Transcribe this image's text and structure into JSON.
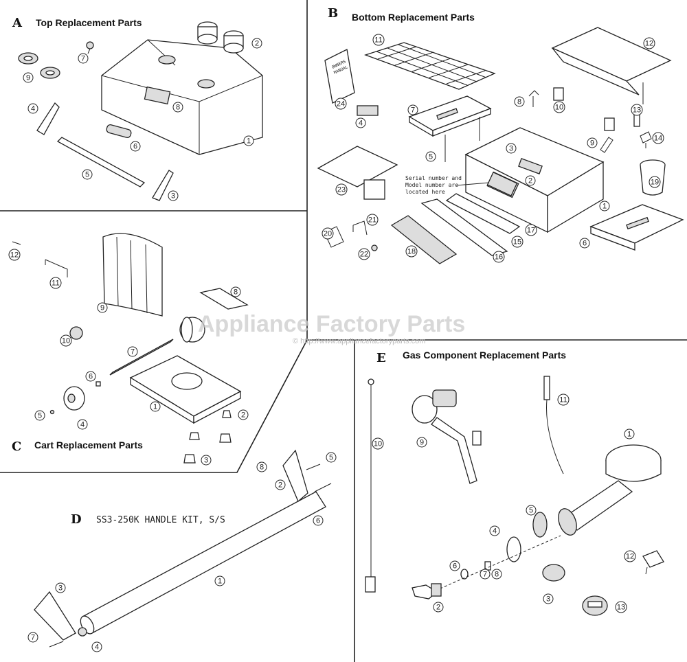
{
  "sections": {
    "a": {
      "letter": "A",
      "title": "Top Replacement Parts",
      "callouts": [
        "1",
        "2",
        "3",
        "4",
        "5",
        "6",
        "7",
        "8",
        "9"
      ]
    },
    "b": {
      "letter": "B",
      "title": "Bottom Replacement Parts",
      "note": [
        "Serial number and",
        "Model number are",
        "located here"
      ],
      "manual_text": [
        "OWNERS",
        "MANUAL"
      ],
      "callouts": [
        "1",
        "2",
        "3",
        "4",
        "5",
        "6",
        "7",
        "8",
        "9",
        "10",
        "11",
        "12",
        "13",
        "14",
        "15",
        "16",
        "17",
        "18",
        "19",
        "20",
        "21",
        "22",
        "23",
        "24"
      ]
    },
    "c": {
      "letter": "C",
      "title": "Cart Replacement Parts",
      "callouts": [
        "1",
        "2",
        "3",
        "4",
        "5",
        "6",
        "7",
        "8",
        "9",
        "10",
        "11",
        "12"
      ]
    },
    "d": {
      "letter": "D",
      "title": "SS3-250K HANDLE KIT, S/S",
      "callouts": [
        "1",
        "2",
        "3",
        "4",
        "5",
        "6",
        "7",
        "8"
      ]
    },
    "e": {
      "letter": "E",
      "title": "Gas Component Replacement Parts",
      "callouts": [
        "1",
        "2",
        "3",
        "4",
        "5",
        "6",
        "7",
        "8",
        "9",
        "10",
        "11",
        "12",
        "13"
      ]
    }
  },
  "watermark": {
    "main": "Appliance Factory Parts",
    "sub": "© http://www.appliancefactoryparts.com"
  }
}
